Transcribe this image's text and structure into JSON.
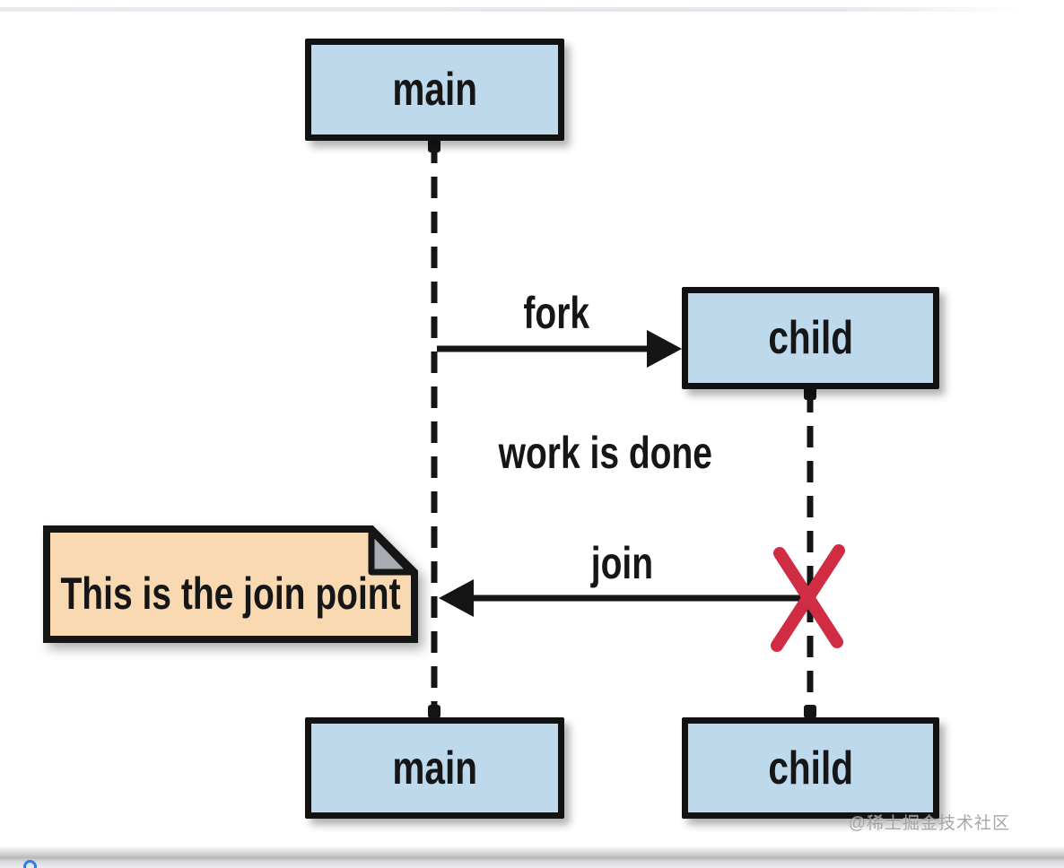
{
  "diagram": {
    "actors": {
      "main_top": {
        "label": "main"
      },
      "child_top": {
        "label": "child"
      },
      "main_bottom": {
        "label": "main"
      },
      "child_bottom": {
        "label": "child"
      }
    },
    "messages": {
      "fork": {
        "label": "fork"
      },
      "work_status": {
        "label": "work is done"
      },
      "join": {
        "label": "join"
      }
    },
    "note": {
      "text": "This is the join point"
    },
    "colors": {
      "actor_fill": "#bed8ec",
      "actor_border": "#121212",
      "note_fill": "#f8d9b1",
      "note_fold": "#a9abb4",
      "cross": "#d02c43",
      "line": "#151515"
    }
  },
  "page": {
    "watermark": "@稀土掘金技术社区"
  }
}
